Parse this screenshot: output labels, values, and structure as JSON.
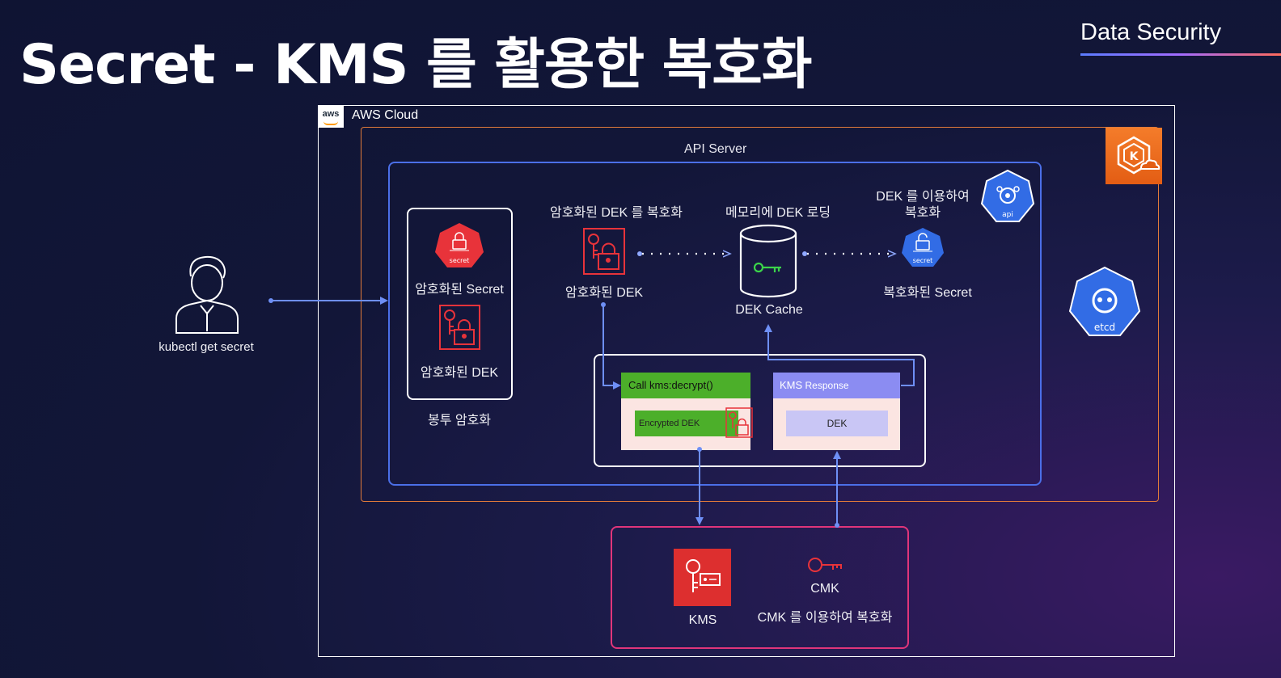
{
  "header": {
    "title": "Secret - KMS 를 활용한 복호화",
    "section": "Data Security"
  },
  "diagram": {
    "aws_cloud_label": "AWS Cloud",
    "aws_logo_text": "aws",
    "api_server_label": "API Server",
    "user_label": "kubectl get secret",
    "envelope": {
      "label": "봉투 암호화",
      "encrypted_secret": "암호화된 Secret",
      "encrypted_dek": "암호화된 DEK",
      "secret_icon_text": "secret"
    },
    "steps": {
      "decrypt_dek_caption": "암호화된 DEK 를 복호화",
      "encrypted_dek_label": "암호화된 DEK",
      "load_memory_caption": "메모리에 DEK 로딩",
      "dek_cache_label": "DEK Cache",
      "decrypt_with_dek_caption_line1": "DEK 를 이용하여",
      "decrypt_with_dek_caption_line2": "복호화",
      "decrypted_secret_label": "복호화된 Secret",
      "secret_icon_text": "secret"
    },
    "call": {
      "header": "Call kms:decrypt()",
      "body": "Encrypted DEK"
    },
    "response": {
      "header_strong": "KMS",
      "header_rest": " Response",
      "body": "DEK"
    },
    "kms": {
      "kms_label": "KMS",
      "cmk_label": "CMK",
      "cmk_caption": "CMK 를 이용하여 복호화"
    },
    "badges": {
      "api_text": "api",
      "etcd_text": "etcd"
    }
  },
  "colors": {
    "background": "#121638",
    "aws_border": "#ffffff",
    "eks_border": "#e07a3a",
    "api_border": "#4b6fe8",
    "kms_border": "#e0357a",
    "arrow": "#6e8ff5",
    "red_icon": "#e8333a",
    "call_green": "#4caf2a",
    "response_purple": "#8b8cf2",
    "k8s_blue": "#326ce5"
  },
  "icons": {
    "user": "user-icon",
    "secret": "secret-shield-icon",
    "key_lock": "key-lock-icon",
    "database": "database-cylinder-icon",
    "kms": "kms-key-icon",
    "cmk": "cmk-key-icon",
    "eks": "eks-icon",
    "api": "k8s-api-icon",
    "etcd": "k8s-etcd-icon"
  }
}
